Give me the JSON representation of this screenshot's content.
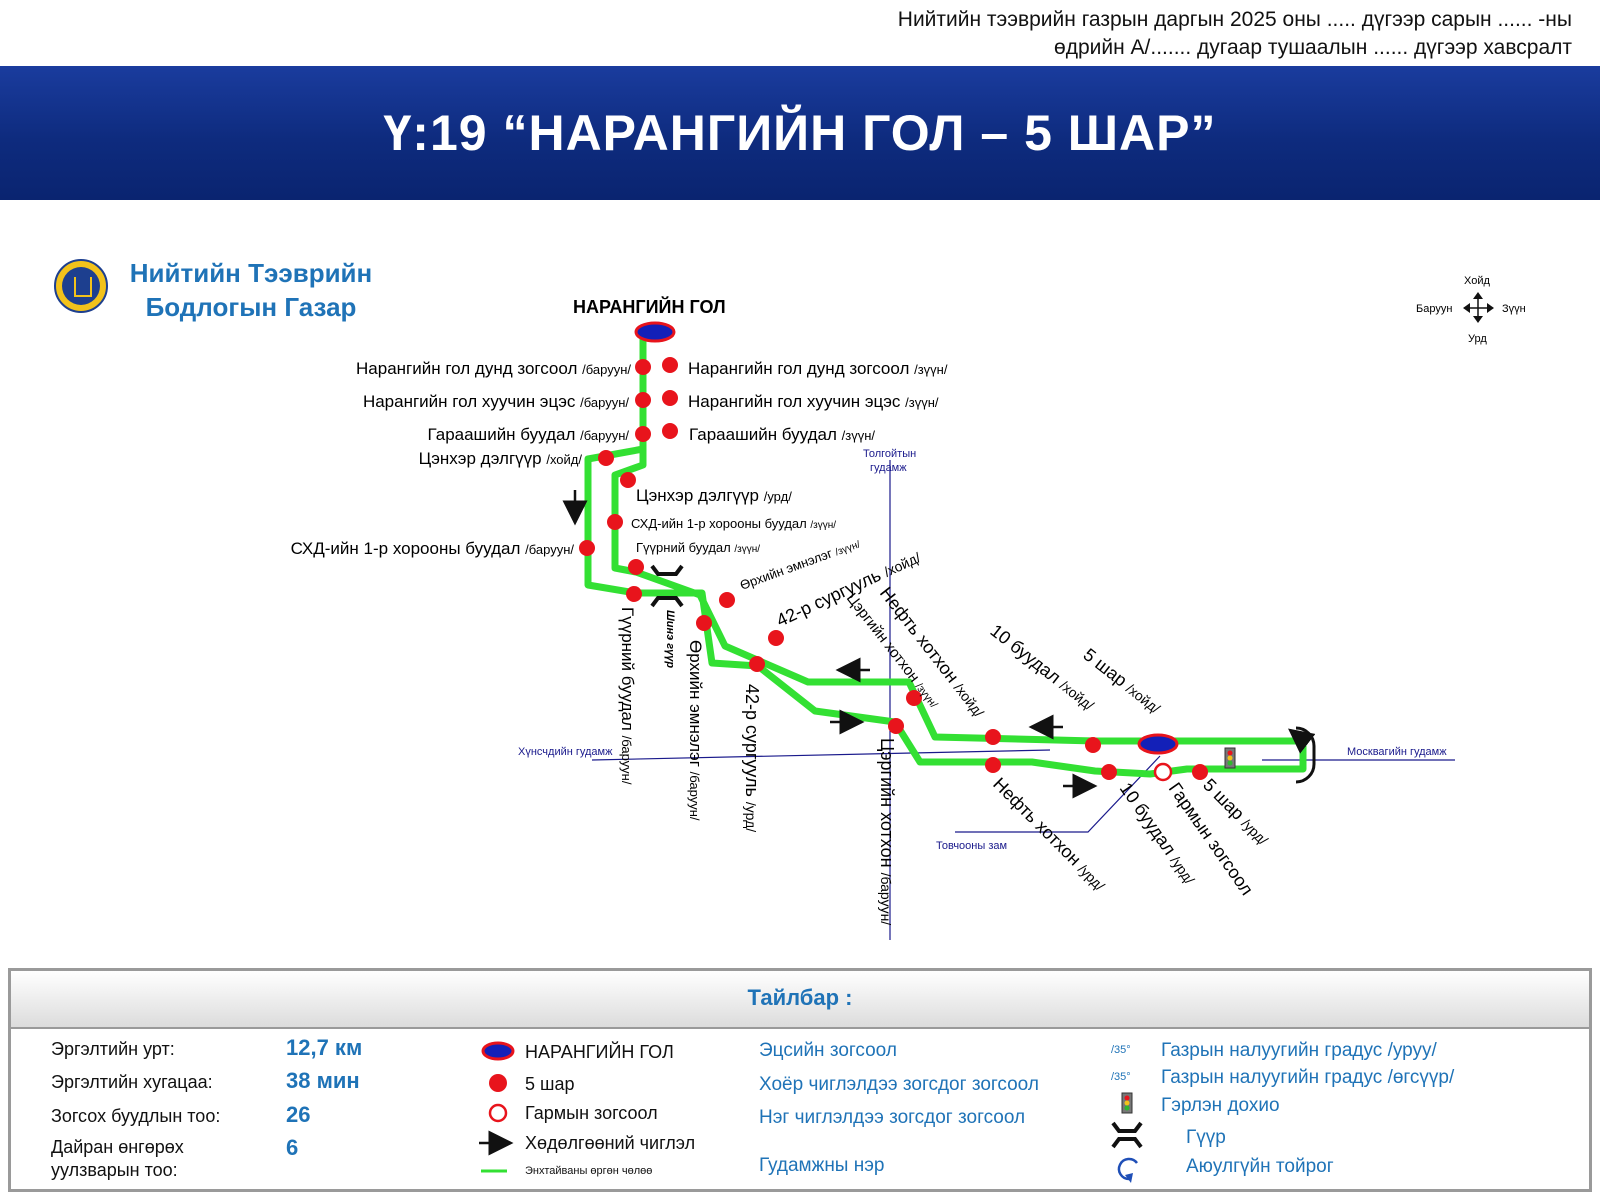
{
  "header": {
    "line1": "Нийтийн тээврийн газрын даргын 2025 оны ..... дүгээр  сарын ...... -ны",
    "line2": "өдрийн А/....... дугаар тушаалын ...... дүгээр хавсралт"
  },
  "title": "Ү:19 “НАРАНГИЙН ГОЛ – 5 ШАР”",
  "org": {
    "line1": "Нийтийн Тээврийн",
    "line2": "Бодлогын Газар"
  },
  "compass": {
    "north": "Хойд",
    "south": "Урд",
    "west": "Баруун",
    "east": "Зүүн"
  },
  "terminal_label": "НАРАНГИЙН ГОЛ",
  "stops": {
    "s1": "Нарангийн гол дунд зогсоол",
    "s1d": "/баруун/",
    "s2": "Нарангийн гол хуучин эцэс",
    "s2d": "/баруун/",
    "s3": "Гараашийн буудал",
    "s3d": "/баруун/",
    "s4": "Цэнхэр дэлгүүр",
    "s4d": "/хойд/",
    "s5": "СХД-ийн 1-р хорооны буудал",
    "s5d": "/баруун/",
    "e1": "Нарангийн гол дунд зогсоол",
    "e1d": "/зүүн/",
    "e2": "Нарангийн гол хуучин эцэс",
    "e2d": "/зүүн/",
    "e3": "Гараашийн буудал",
    "e3d": "/зүүн/",
    "e4": "Цэнхэр дэлгүүр",
    "e4d": "/урд/",
    "e5": "СХД-ийн 1-р хорооны буудал",
    "e5d": "/зүүн/",
    "e6": "Гүүрний буудал",
    "e6d": "/зүүн/",
    "e7": "Өрхийн эмнэлэг",
    "e7d": "/зүүн/",
    "e8": "42-р сургууль",
    "e8d": "/хойд/",
    "e9": "Цэргийн хотхон",
    "e9d": "/зүүн/",
    "e10": "Нефть хотхон",
    "e10d": "/хойд/",
    "e11": "10 буудал",
    "e11d": "/хойд/",
    "e12": "5 шар",
    "e12d": "/хойд/",
    "w1": "Гүүрний буудал",
    "w1d": "/баруун/",
    "w2": "Өрхийн эмнэлэг",
    "w2d": "/баруун/",
    "w3": "42-р сургууль",
    "w3d": "/урд/",
    "w4": "Цэргийн хотхон",
    "w4d": "/баруун/",
    "w5": "Нефть хотхон",
    "w5d": "/урд/",
    "w6": "10 буудал",
    "w6d": "/урд/",
    "w7": "Гармын зогсоол",
    "w8": "5 шар",
    "w8d": "/урд/"
  },
  "streets": {
    "tolgoit_1": "Толгойтын",
    "tolgoit_2": "гудамж",
    "khunschdiin": "Хүнсчдийн гудамж",
    "moskva": "Москвагийн гудамж",
    "tovchoo": "Товчооны зам",
    "bridge": "Шинэ гүүр"
  },
  "legend": {
    "title": "Тайлбар :",
    "length_label": "Эргэлтийн урт:",
    "length_value": "12,7 км",
    "duration_label": "Эргэлтийн хугацаа:",
    "duration_value": "38 мин",
    "stops_label": "Зогсох буудлын тоо:",
    "stops_value": "26",
    "stations_label_1": "Дайран өнгөрөх",
    "stations_label_2": "уулзварын тоо:",
    "stations_value": "6",
    "terminal": "НАРАНГИЙН ГОЛ",
    "stop": "5 шар",
    "request_stop": "Гармын зогсоол",
    "direction": "Хөдөлгөөний чиглэл",
    "road": "Энхтайваны өргөн чөлөө",
    "end_stop": "Эцсийн зогсоол",
    "two_dir_stop": "Хоёр чиглэлдээ зогсдог зогсоол",
    "one_dir_stop": "Нэг чиглэлдээ зогсдог зогсоол",
    "street_name": "Гудамжны нэр",
    "slope_symbol": "/35°",
    "slope_down": "Газрын налуугийн градус /уруу/",
    "slope_up": "Газрын налуугийн градус /өгсүүр/",
    "traffic_light": "Гэрлэн дохио",
    "bridge": "Гүүр",
    "roundabout": "Аюулгүйн тойрог"
  },
  "colors": {
    "route": "#33e033",
    "stop": "#e8141c",
    "banner": "#123381",
    "accent": "#1f73b7",
    "street": "#1a1a8c"
  }
}
